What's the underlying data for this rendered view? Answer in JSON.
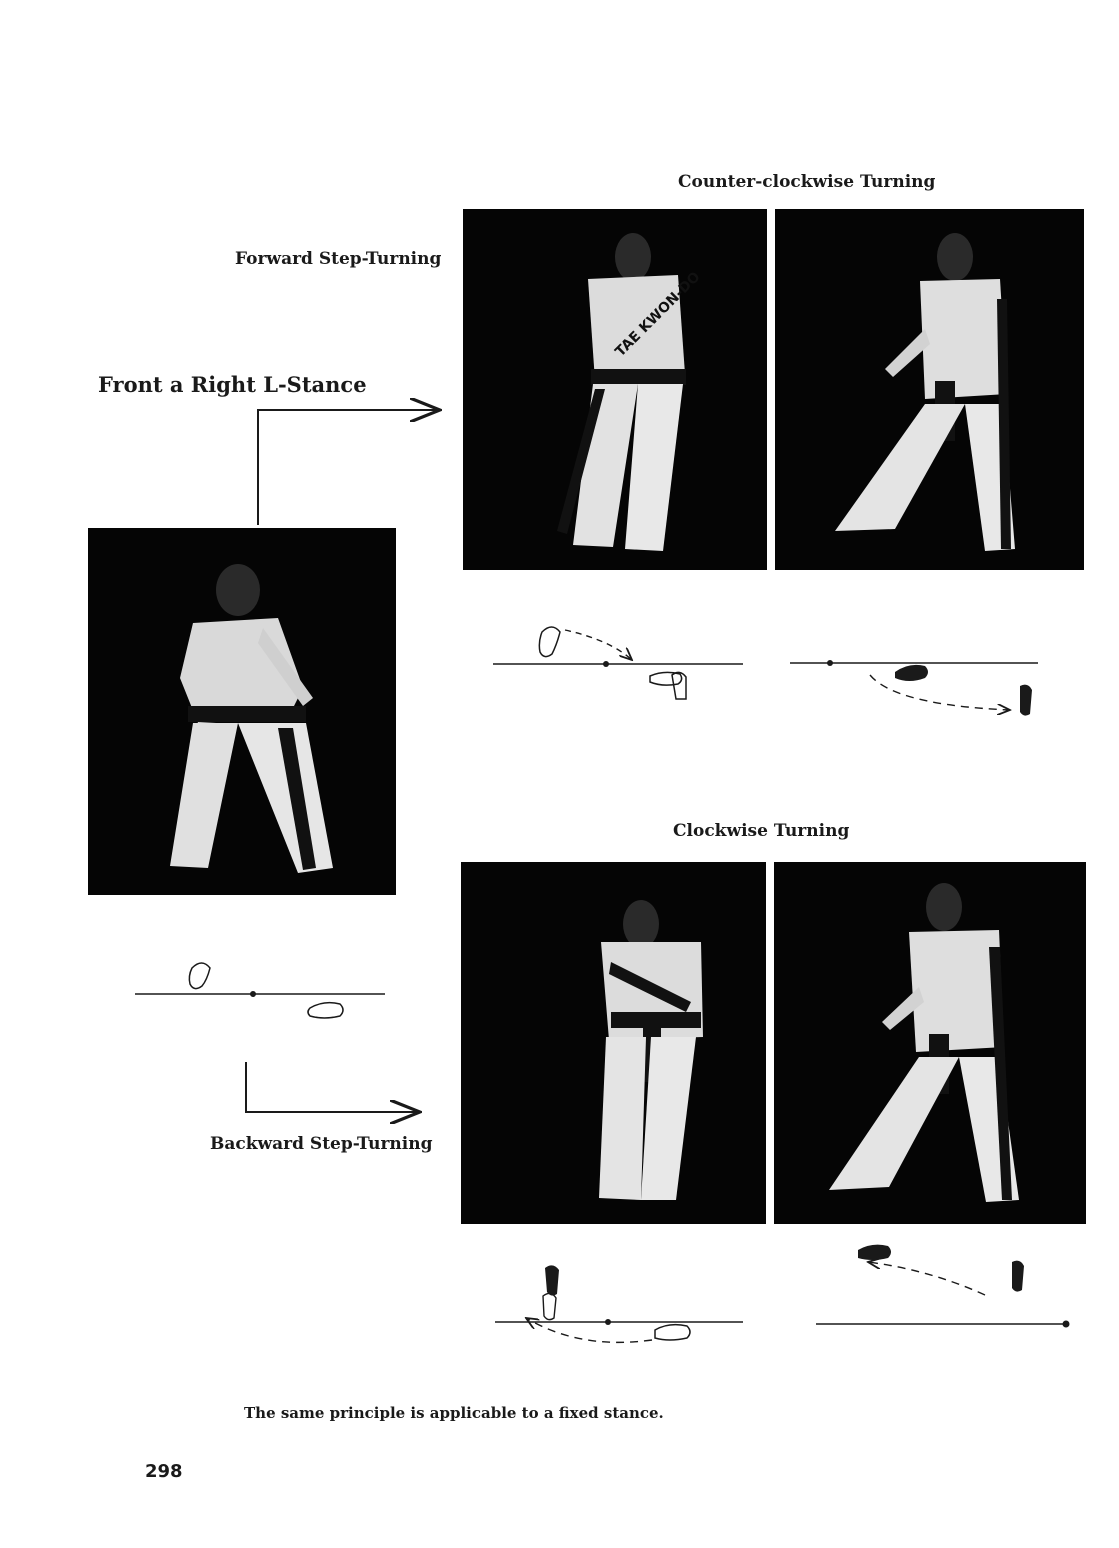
{
  "labels": {
    "counter_clockwise": "Counter-clockwise  Turning",
    "forward_step": "Forward Step-Turning",
    "front_stance": "Front a Right L-Stance",
    "clockwise": "Clockwise Turning",
    "backward_step": "Backward Step-Turning",
    "caption": "The same principle is applicable to a fixed stance.",
    "page_number": "298"
  },
  "photo_text": {
    "back_logo": "TAE KWON-DO"
  }
}
